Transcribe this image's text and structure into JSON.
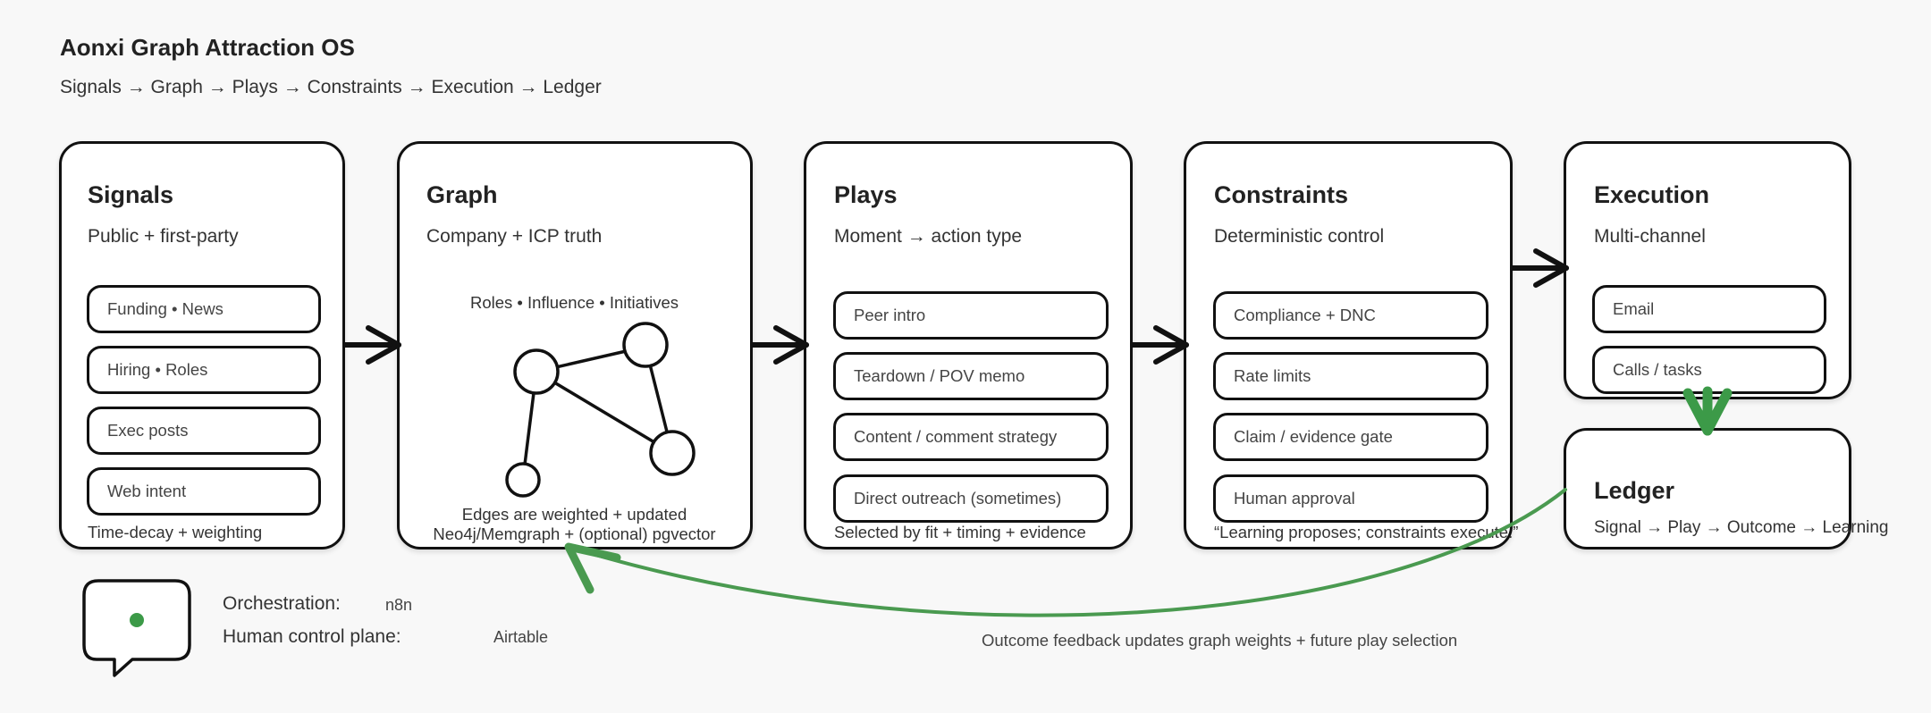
{
  "header": {
    "title": "Aonxi Graph Attraction OS",
    "subtitle": "Signals → Graph → Plays → Constraints → Execution → Ledger"
  },
  "signals": {
    "title": "Signals",
    "subtitle": "Public + first-party",
    "items": [
      "Funding • News",
      "Hiring • Roles",
      "Exec posts",
      "Web intent"
    ],
    "footer": "Time-decay + weighting"
  },
  "graph": {
    "title": "Graph",
    "subtitle": "Company + ICP truth",
    "caption": "Roles • Influence • Initiatives",
    "footer_line1": "Edges are weighted + updated",
    "footer_line2": "Neo4j/Memgraph + (optional) pgvector"
  },
  "plays": {
    "title": "Plays",
    "subtitle": "Moment → action type",
    "items": [
      "Peer intro",
      "Teardown / POV memo",
      "Content / comment strategy",
      "Direct outreach (sometimes)"
    ],
    "footer": "Selected by fit + timing + evidence"
  },
  "constraints": {
    "title": "Constraints",
    "subtitle": "Deterministic control",
    "items": [
      "Compliance + DNC",
      "Rate limits",
      "Claim / evidence gate",
      "Human approval"
    ],
    "footer": "“Learning proposes; constraints execute.”"
  },
  "execution": {
    "title": "Execution",
    "subtitle": "Multi-channel",
    "items": [
      "Email",
      "Calls / tasks"
    ]
  },
  "ledger": {
    "title": "Ledger",
    "subtitle": "Signal → Play → Outcome → Learning"
  },
  "legend": {
    "orchestration_label": "Orchestration:",
    "orchestration_value": "n8n",
    "control_label": "Human control plane:",
    "control_value": "Airtable",
    "icon": "chat-bubble-icon"
  },
  "feedback_caption": "Outcome feedback updates graph weights + future play selection",
  "colors": {
    "stroke": "#111111",
    "feedback_green": "#4a9a50",
    "dot_green": "#3c9a48",
    "background": "#f8f8f8"
  }
}
